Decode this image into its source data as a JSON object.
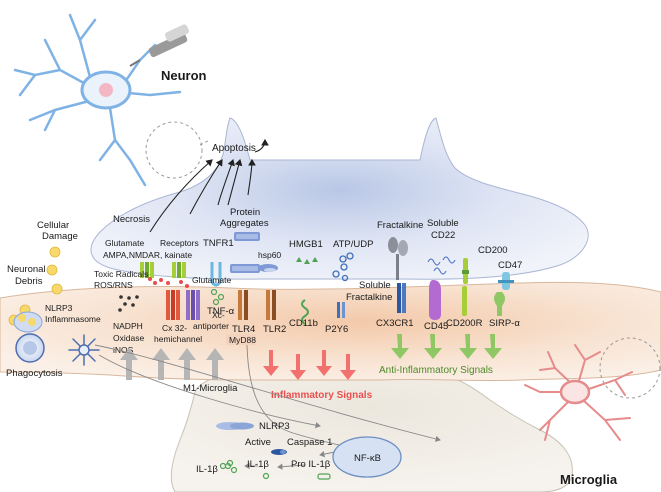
{
  "titles": {
    "neuron": "Neuron",
    "microglia": "Microglia"
  },
  "top": {
    "apoptosis": "Apoptosis",
    "protein_aggregates": [
      "Protein",
      "Aggregates"
    ]
  },
  "neuron_side": {
    "cellular_damage": [
      "Cellular",
      "Damage"
    ],
    "necrosis": "Necrosis",
    "glutamate_receptors": [
      "Glutamate",
      "Receptors"
    ],
    "ampa_kainate": "AMPA,NMDAR, kainate",
    "tnfr1": "TNFR1",
    "hsp60": "hsp60",
    "hmgb1": "HMGB1",
    "atp_udp": "ATP/UDP",
    "fractalkine": "Fractalkine",
    "soluble_cd22": [
      "Soluble",
      "CD22"
    ],
    "cd200": "CD200",
    "cd47": "CD47"
  },
  "cleft": {
    "neuronal_debris": [
      "Neuronal",
      "Debris"
    ],
    "toxic_radicals": [
      "Toxic Radicals",
      "ROS/RNS"
    ],
    "glutamate": "Glutamate",
    "soluble_fractalkine": [
      "Soluble",
      "Fractalkine"
    ]
  },
  "microglia_side": {
    "nlrp3_inflammasome": [
      "NLRP3",
      "Inflammasome"
    ],
    "phagocytosis": "Phagocytosis",
    "nadph": [
      "NADPH",
      "Oxidase",
      "iNOS"
    ],
    "cx32": [
      "Cx 32-",
      "hemichannel"
    ],
    "xc": [
      "Xc-",
      "antiporter"
    ],
    "tnf_alpha": "TNF-α",
    "tlr4": "TLR4",
    "myd88": "MyD88",
    "tlr2": "TLR2",
    "cd11b": "CD11b",
    "p2y6": "P2Y6",
    "cx3cr1": "CX3CR1",
    "cd45": "CD45",
    "cd200r": "CD200R",
    "sirp": "SIRP-α",
    "m1": "M1-Microglia",
    "inflammatory": "Inflammatory Signals",
    "anti_inflammatory": "Anti-Inflammatory Signals",
    "nlrp3": "NLRP3",
    "active": "Active",
    "caspase1": "Caspase 1",
    "nfkb": "NF-κB",
    "il1b": "IL-1β",
    "il1b_inner": "IL-1β",
    "pro_il1b": "Pro IL-1β"
  },
  "colors": {
    "neuron_body": "#eaeff9",
    "microglia_body": "#f6dfcc",
    "inflammatory_arrow": "#f2716e",
    "anti_inflammatory_arrow": "#8fc765",
    "m1_arrow": "#b5b5b5",
    "neuron_cell": "#7fb2e5",
    "microglia_cell": "#e58b8b"
  }
}
